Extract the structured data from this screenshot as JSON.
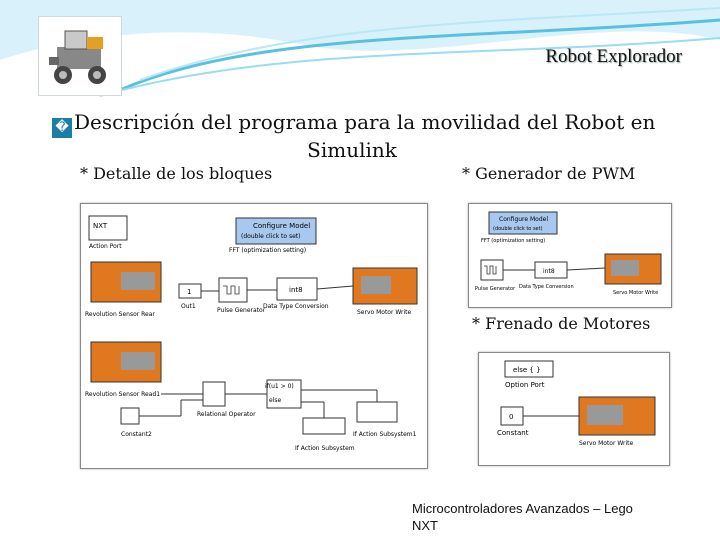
{
  "header": {
    "title": "Robot Explorador"
  },
  "heading": {
    "bullet_glyph": "�",
    "line1": "Descripción del programa para la movilidad del Robot en",
    "line2": "Simulink"
  },
  "sections": {
    "blocks_detail": "* Detalle de los bloques",
    "pwm_generator": "* Generador de PWM",
    "motor_brake": "* Frenado de Motores"
  },
  "diagram_blocks": {
    "nxt": "NXT",
    "action_port": "Action Port",
    "configure_model": "Configure Model",
    "configure_model_sub": "(double click to set)",
    "fft_config": "FFT (optimization setting)",
    "gain_value": "1",
    "out1": "Out1",
    "pulse_generator": "Pulse Generator",
    "int8": "int8",
    "dtc": "Data Type Conversion",
    "servo_write": "Servo Motor Write",
    "sensor_rear": "Revolution Sensor Rear",
    "sensor_read": "Revolution Sensor Read1",
    "constant2": "Constant2",
    "relational": "Relational Operator",
    "if_block": "if(u1 > 0)",
    "else_block": "else",
    "if_sub": "If Action Subsystem",
    "if_sub2": "If Action Subsystem1",
    "else_label": "else { }",
    "option_port": "Option Port",
    "zero": "0",
    "constant": "Constant",
    "servo_motor_write": "Servo Motor Write",
    "pwm_config": "Configure Model",
    "pwm_config_sub": "(double click to set)",
    "pwm_fft": "FFT (optimization setting)",
    "pwm_pulse": "Pulse Generator",
    "pwm_int8": "int8",
    "pwm_dtc": "Data Type Conversion",
    "pwm_servo": "Servo Motor Write"
  },
  "footer": {
    "line1": "Microcontroladores Avanzados – Lego",
    "line2": "NXT"
  },
  "colors": {
    "accent": "#1a7fa8",
    "config_block": "#a8c8f0",
    "motor_orange": "#e07820"
  }
}
